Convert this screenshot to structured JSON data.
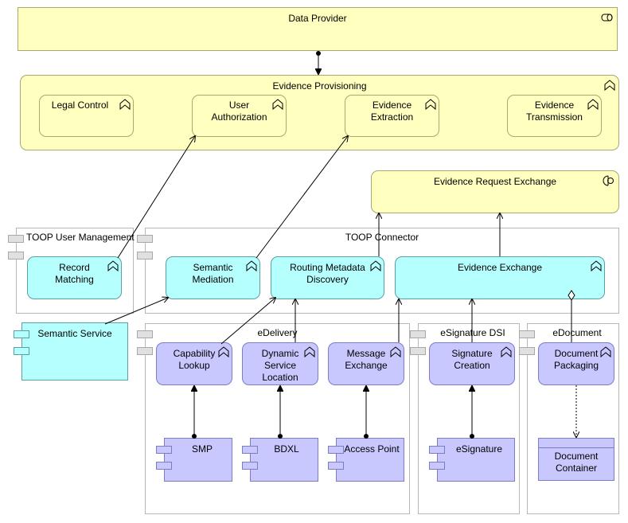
{
  "data_provider": {
    "label": "Data Provider",
    "icon": "role-icon"
  },
  "evidence_provisioning": {
    "label": "Evidence Provisioning",
    "icon": "function-icon",
    "functions": [
      {
        "id": "legal_control",
        "label": "Legal Control"
      },
      {
        "id": "user_authorization",
        "label": "User Authorization"
      },
      {
        "id": "evidence_extraction",
        "label": "Evidence Extraction"
      },
      {
        "id": "evidence_transmission",
        "label": "Evidence Transmission"
      }
    ]
  },
  "evidence_request_exchange": {
    "label": "Evidence Request Exchange",
    "icon": "interface-icon"
  },
  "toop_user_management": {
    "label": "TOOP User Management",
    "record_matching": "Record Matching"
  },
  "toop_connector": {
    "label": "TOOP Connector",
    "semantic_mediation": "Semantic Mediation",
    "routing_metadata_discovery": "Routing Metadata Discovery",
    "evidence_exchange": "Evidence Exchange"
  },
  "semantic_service": {
    "label": "Semantic Service"
  },
  "edelivery": {
    "label": "eDelivery",
    "capability_lookup": "Capability Lookup",
    "dynamic_service_location": "Dynamic Service Location",
    "message_exchange": "Message Exchange",
    "smp": "SMP",
    "bdxl": "BDXL",
    "access_point": "Access Point"
  },
  "esignature_dsi": {
    "label": "eSignature DSI",
    "signature_creation": "Signature Creation",
    "esignature": "eSignature"
  },
  "edocument": {
    "label": "eDocument",
    "document_packaging": "Document Packaging",
    "document_container": "Document Container"
  },
  "colors": {
    "yellow": "#ffffc0",
    "cyan": "#b6ffff",
    "purple": "#c8c8ff"
  }
}
